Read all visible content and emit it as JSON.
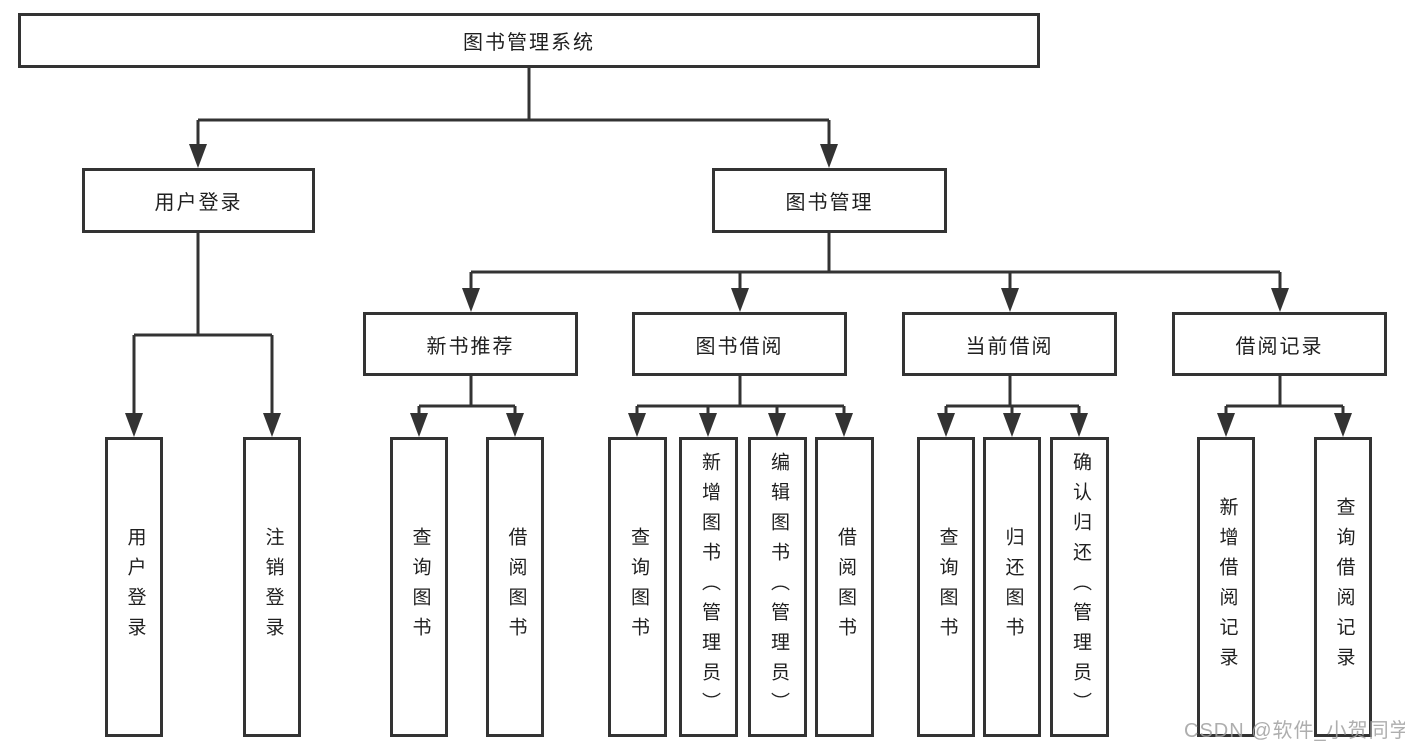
{
  "diagram": {
    "root": {
      "label": "图书管理系统"
    },
    "level2": [
      {
        "label": "用户登录"
      },
      {
        "label": "图书管理"
      }
    ],
    "level3": [
      {
        "label": "新书推荐"
      },
      {
        "label": "图书借阅"
      },
      {
        "label": "当前借阅"
      },
      {
        "label": "借阅记录"
      }
    ],
    "leaves": {
      "user": [
        "用户登录",
        "注销登录"
      ],
      "recommend": [
        "查询图书",
        "借阅图书"
      ],
      "borrow": [
        "查询图书",
        "新增图书（管理员）",
        "编辑图书（管理员）",
        "借阅图书"
      ],
      "current": [
        "查询图书",
        "归还图书",
        "确认归还（管理员）"
      ],
      "records": [
        "新增借阅记录",
        "查询借阅记录"
      ]
    }
  },
  "watermark": {
    "text": "CSDN @软件_小贺同学"
  },
  "colors": {
    "line": "#333333",
    "box_border": "#333333",
    "box_fill": "#ffffff",
    "text": "#1f1f1f",
    "watermark": "#a0a0a0",
    "background": "#ffffff"
  }
}
